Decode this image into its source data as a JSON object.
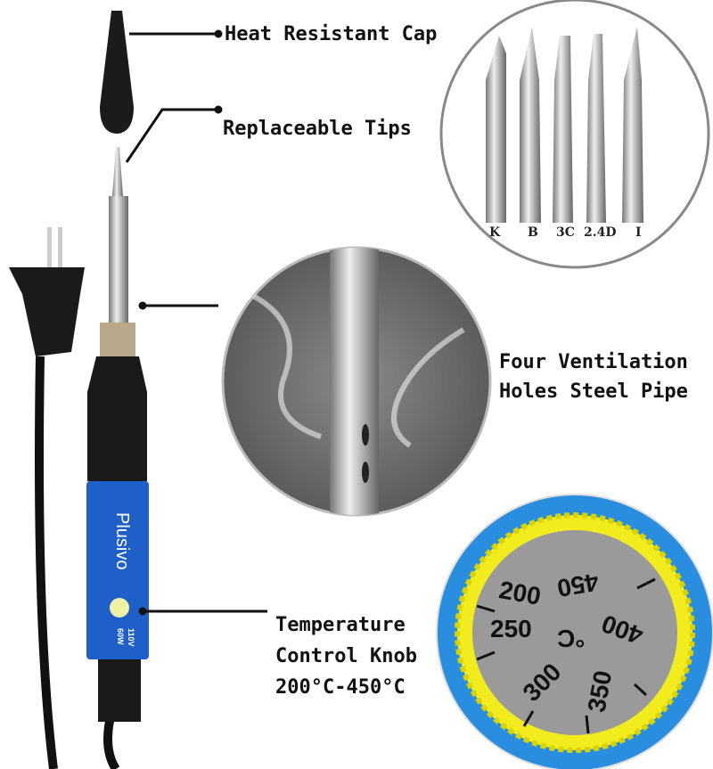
{
  "labels": {
    "cap": "Heat Resistant Cap",
    "tips": "Replaceable Tips",
    "pipe_line1": "Four Ventilation",
    "pipe_line2": "Holes Steel Pipe",
    "knob_line1": "Temperature",
    "knob_line2": "Control Knob",
    "knob_line3": "200°C-450°C"
  },
  "tip_types": [
    "K",
    "B",
    "3C",
    "2.4D",
    "I"
  ],
  "handle": {
    "brand": "Plusivo",
    "voltage": "110V",
    "power": "60W"
  },
  "knob": {
    "unit": "°C",
    "scale": [
      "200",
      "250",
      "300",
      "350",
      "400",
      "450"
    ]
  },
  "colors": {
    "handle_blue": "#1f5fc8",
    "knob_yellow": "#f2ec1e",
    "knob_ring": "#2a8ee0",
    "knob_face": "#9a9a9a"
  }
}
